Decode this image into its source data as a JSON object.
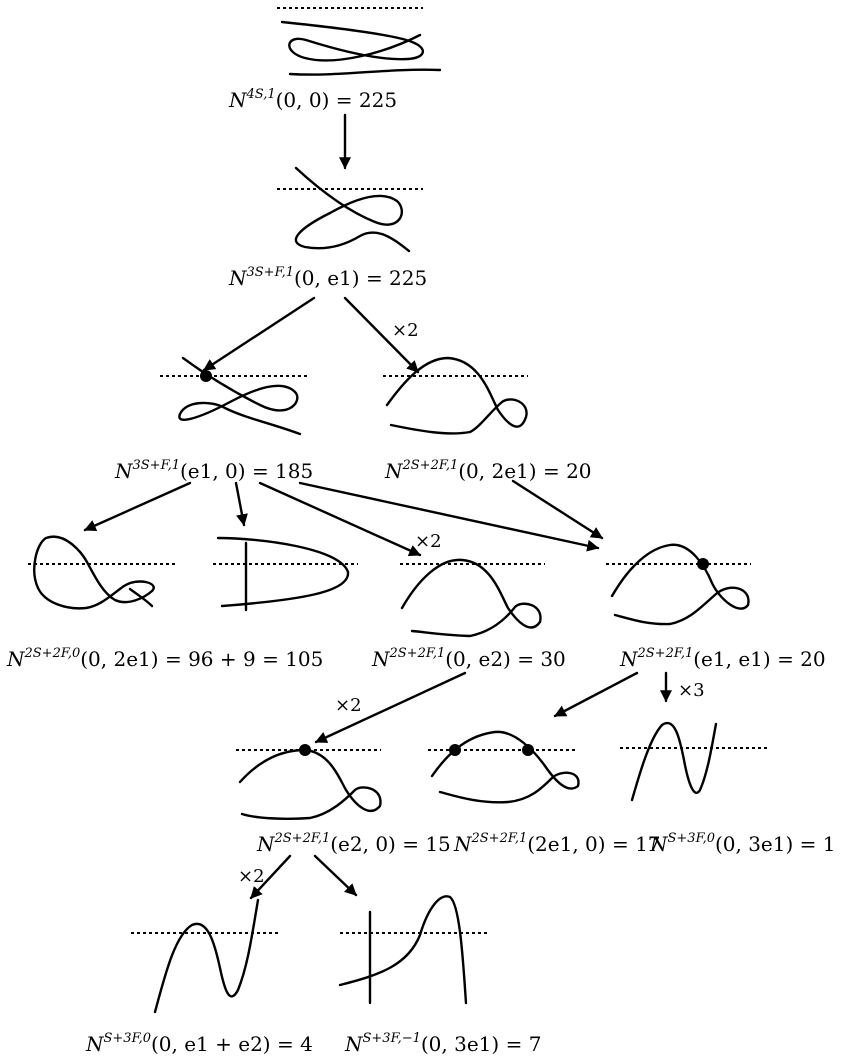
{
  "nodes": [
    {
      "id": "n4s1",
      "sym": "N",
      "sup": "4S,1",
      "args": "(0, 0)",
      "value": "= 225"
    },
    {
      "id": "n3sf1_0e1",
      "sym": "N",
      "sup": "3S+F,1",
      "args": "(0, e1)",
      "value": "= 225"
    },
    {
      "id": "n3sf1_e10",
      "sym": "N",
      "sup": "3S+F,1",
      "args": "(e1, 0)",
      "value": "= 185"
    },
    {
      "id": "n2s2f1_02e1",
      "sym": "N",
      "sup": "2S+2F,1",
      "args": "(0, 2e1)",
      "value": "= 20"
    },
    {
      "id": "n2s2f0_02e1",
      "sym": "N",
      "sup": "2S+2F,0",
      "args": "(0, 2e1)",
      "value": "= 96 + 9 = 105"
    },
    {
      "id": "n2s2f1_0e2",
      "sym": "N",
      "sup": "2S+2F,1",
      "args": "(0, e2)",
      "value": "= 30"
    },
    {
      "id": "n2s2f1_e1e1",
      "sym": "N",
      "sup": "2S+2F,1",
      "args": "(e1, e1)",
      "value": "= 20"
    },
    {
      "id": "n2s2f1_e20",
      "sym": "N",
      "sup": "2S+2F,1",
      "args": "(e2, 0)",
      "value": "= 15"
    },
    {
      "id": "n2s2f1_2e10",
      "sym": "N",
      "sup": "2S+2F,1",
      "args": "(2e1, 0)",
      "value": "= 17"
    },
    {
      "id": "ns3f0_03e1",
      "sym": "N",
      "sup": "S+3F,0",
      "args": "(0, 3e1)",
      "value": "= 1"
    },
    {
      "id": "ns3f0_0e1e2",
      "sym": "N",
      "sup": "S+3F,0",
      "args": "(0, e1 + e2)",
      "value": "= 4"
    },
    {
      "id": "ns3fm1_03e1",
      "sym": "N",
      "sup": "S+3F,−1",
      "args": "(0, 3e1)",
      "value": "= 7"
    }
  ],
  "multipliers": [
    {
      "id": "m1",
      "text": "×2"
    },
    {
      "id": "m2",
      "text": "×2"
    },
    {
      "id": "m3",
      "text": "×2"
    },
    {
      "id": "m4",
      "text": "×3"
    },
    {
      "id": "m5",
      "text": "×2"
    }
  ]
}
